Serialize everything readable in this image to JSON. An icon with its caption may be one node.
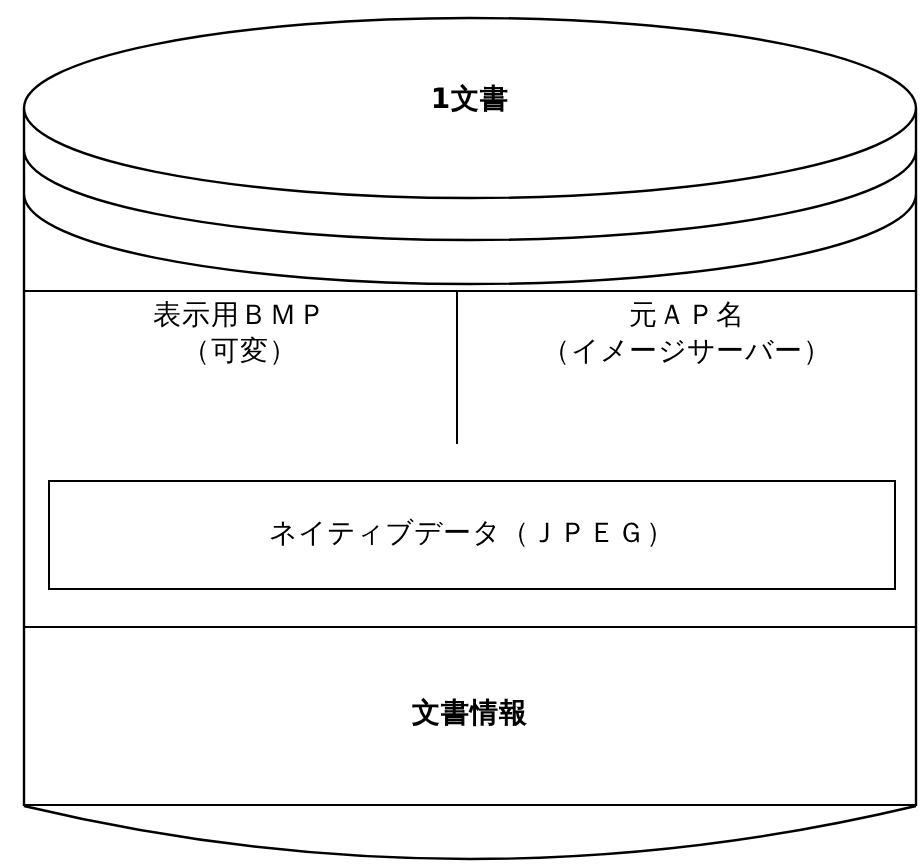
{
  "diagram": {
    "nodes": [
      {
        "text": [
          "1文書"
        ]
      },
      {
        "text": [
          "表示用ＢＭＰ（可変）"
        ],
        "in": 0
      },
      {
        "text": [
          "元ＡＰ名（イメージサーバー）"
        ],
        "in": 0
      },
      {
        "text": [
          "ネイティブデータ（ＪＰＥＧ）"
        ],
        "in": 0
      },
      {
        "text": [
          "文書情報"
        ],
        "in": 0
      }
    ]
  }
}
